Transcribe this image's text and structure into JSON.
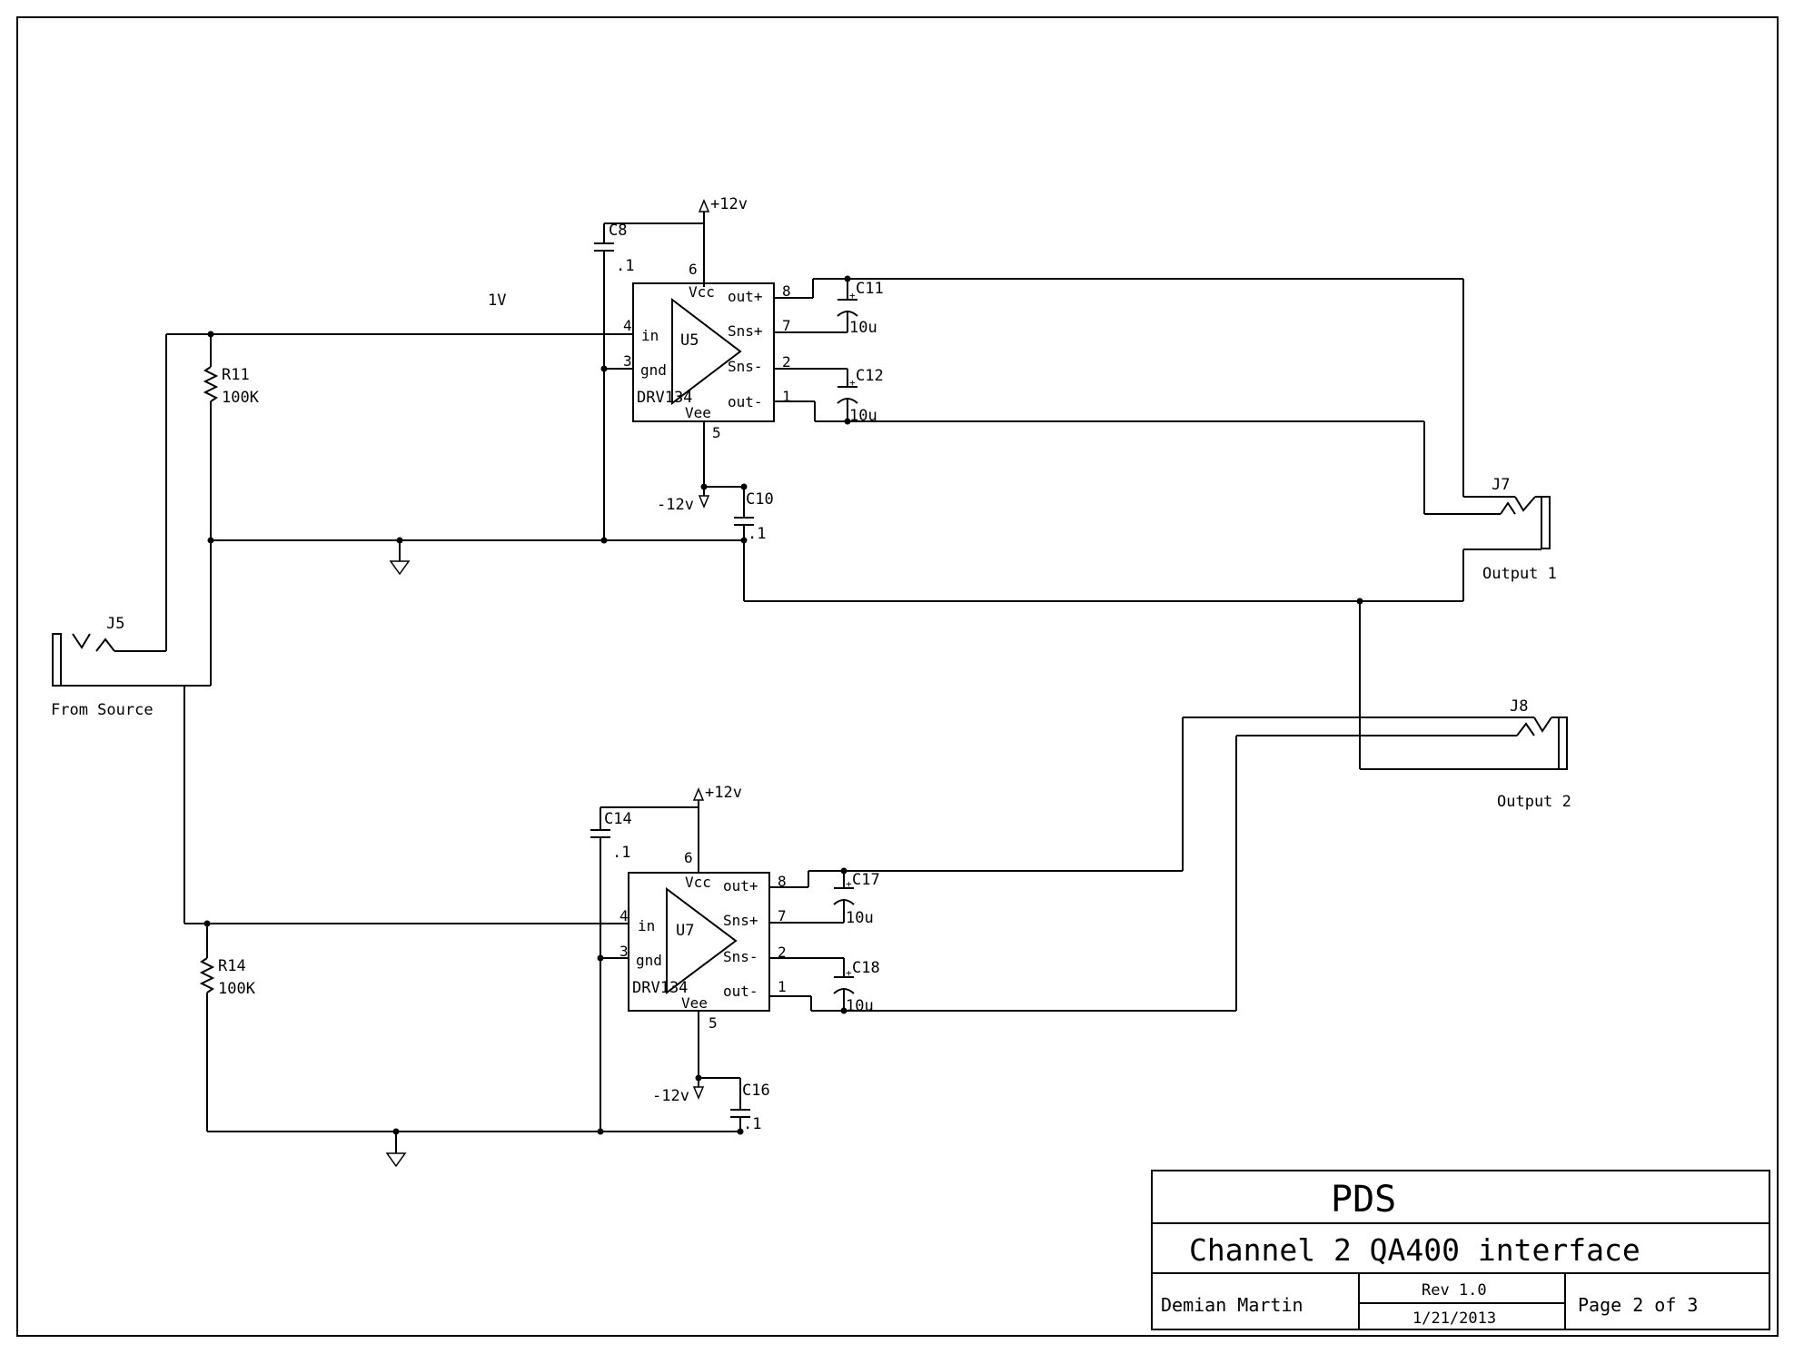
{
  "voltage_note": "1V",
  "power": {
    "pos": "+12v",
    "neg": "-12v"
  },
  "upper": {
    "ic": {
      "ref": "U5",
      "part": "DRV134",
      "vcc": "Vcc",
      "vee": "Vee",
      "in": "in",
      "gnd": "gnd",
      "outp": "out+",
      "snsp": "Sns+",
      "snsn": "Sns-",
      "outn": "out-"
    },
    "pins": {
      "p6": "6",
      "p5": "5",
      "p4": "4",
      "p3": "3",
      "p8": "8",
      "p7": "7",
      "p2": "2",
      "p1": "1"
    },
    "c_supply": {
      "ref": "C8",
      "value": ".1"
    },
    "c_vee": {
      "ref": "C10",
      "value": ".1"
    },
    "c_top": {
      "ref": "C11",
      "value": "10u"
    },
    "c_bot": {
      "ref": "C12",
      "value": "10u"
    },
    "resistor": {
      "ref": "R11",
      "value": "100K"
    }
  },
  "lower": {
    "ic": {
      "ref": "U7",
      "part": "DRV134",
      "vcc": "Vcc",
      "vee": "Vee",
      "in": "in",
      "gnd": "gnd",
      "outp": "out+",
      "snsp": "Sns+",
      "snsn": "Sns-",
      "outn": "out-"
    },
    "pins": {
      "p6": "6",
      "p5": "5",
      "p4": "4",
      "p3": "3",
      "p8": "8",
      "p7": "7",
      "p2": "2",
      "p1": "1"
    },
    "c_supply": {
      "ref": "C14",
      "value": ".1"
    },
    "c_vee": {
      "ref": "C16",
      "value": ".1"
    },
    "c_top": {
      "ref": "C17",
      "value": "10u"
    },
    "c_bot": {
      "ref": "C18",
      "value": "10u"
    },
    "resistor": {
      "ref": "R14",
      "value": "100K"
    }
  },
  "jacks": {
    "input": {
      "ref": "J5",
      "label": "From Source"
    },
    "out1": {
      "ref": "J7",
      "label": "Output 1"
    },
    "out2": {
      "ref": "J8",
      "label": "Output 2"
    }
  },
  "title_block": {
    "company": "PDS",
    "title": "Channel 2 QA400 interface",
    "author": "Demian Martin",
    "rev": "Rev 1.0",
    "date": "1/21/2013",
    "page": "Page 2 of 3"
  }
}
